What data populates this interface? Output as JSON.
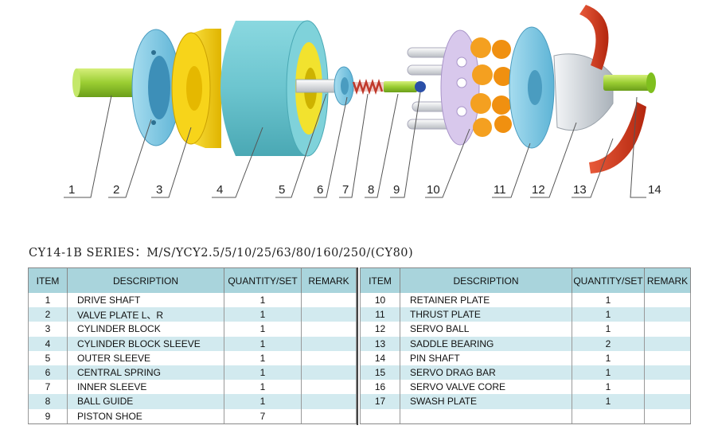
{
  "diagram": {
    "callouts": [
      "1",
      "2",
      "3",
      "4",
      "5",
      "6",
      "7",
      "8",
      "9",
      "10",
      "11",
      "12",
      "13",
      "14"
    ]
  },
  "series_title": "CY14-1B SERIES：M/S/YCY2.5/5/10/25/63/80/160/250/(CY80)",
  "table": {
    "headers": {
      "item": "ITEM",
      "description": "DESCRIPTION",
      "quantity": "QUANTITY/SET",
      "remark": "REMARK"
    },
    "left_rows": [
      {
        "item": "1",
        "description": "DRIVE SHAFT",
        "quantity": "1",
        "remark": ""
      },
      {
        "item": "2",
        "description": "VALVE PLATE  L、R",
        "quantity": "1",
        "remark": ""
      },
      {
        "item": "3",
        "description": "CYLINDER BLOCK",
        "quantity": "1",
        "remark": ""
      },
      {
        "item": "4",
        "description": "CYLINDER BLOCK SLEEVE",
        "quantity": "1",
        "remark": ""
      },
      {
        "item": "5",
        "description": "OUTER SLEEVE",
        "quantity": "1",
        "remark": ""
      },
      {
        "item": "6",
        "description": "CENTRAL SPRING",
        "quantity": "1",
        "remark": ""
      },
      {
        "item": "7",
        "description": "INNER SLEEVE",
        "quantity": "1",
        "remark": ""
      },
      {
        "item": "8",
        "description": "BALL GUIDE",
        "quantity": "1",
        "remark": ""
      },
      {
        "item": "9",
        "description": "PISTON SHOE",
        "quantity": "7",
        "remark": ""
      }
    ],
    "right_rows": [
      {
        "item": "10",
        "description": "RETAINER PLATE",
        "quantity": "1",
        "remark": ""
      },
      {
        "item": "11",
        "description": "THRUST PLATE",
        "quantity": "1",
        "remark": ""
      },
      {
        "item": "12",
        "description": "SERVO BALL",
        "quantity": "1",
        "remark": ""
      },
      {
        "item": "13",
        "description": "SADDLE BEARING",
        "quantity": "2",
        "remark": ""
      },
      {
        "item": "14",
        "description": "PIN SHAFT",
        "quantity": "1",
        "remark": ""
      },
      {
        "item": "15",
        "description": "SERVO DRAG BAR",
        "quantity": "1",
        "remark": ""
      },
      {
        "item": "16",
        "description": "SERVO VALVE CORE",
        "quantity": "1",
        "remark": ""
      },
      {
        "item": "17",
        "description": "SWASH PLATE",
        "quantity": "1",
        "remark": ""
      }
    ]
  },
  "colors": {
    "header_bg": "#a9d4dc",
    "alt_row_bg": "#d2eaef",
    "shaft_green": "#9acd32",
    "plate_blue": "#7ec8e3",
    "block_yellow": "#f5d000",
    "sleeve_teal": "#6cc5cf",
    "shoe_orange": "#f4a020",
    "bearing_red": "#d93a1f",
    "retainer_violet": "#d8c8ec"
  }
}
